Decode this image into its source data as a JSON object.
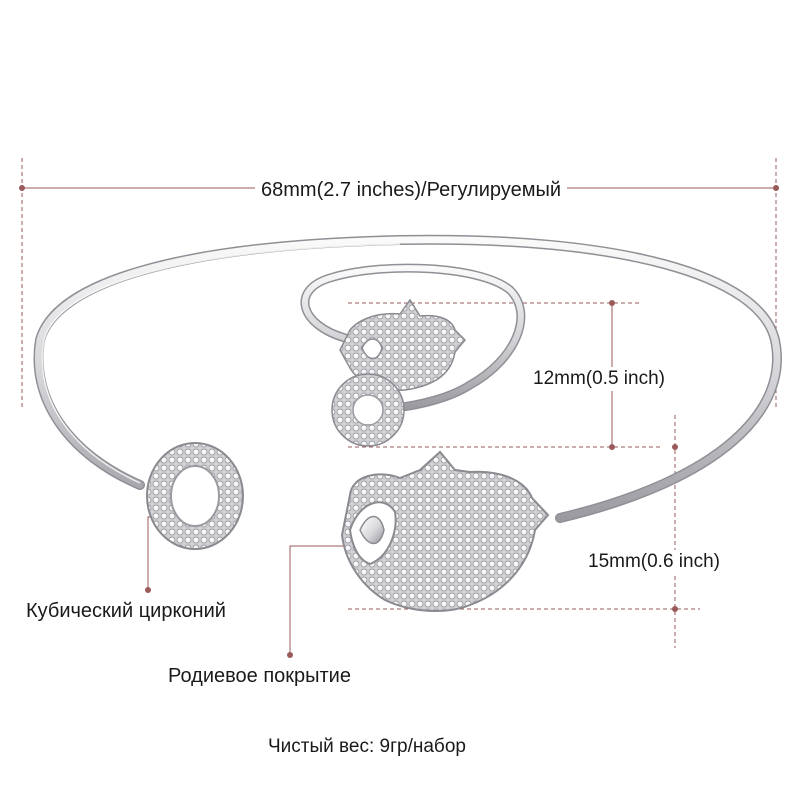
{
  "annotations": {
    "width_dimension": "68mm(2.7 inches)/Регулируемый",
    "ring_dimension": "12mm(0.5 inch)",
    "hamsa_dimension": "15mm(0.6 inch)",
    "material_label": "Кубический цирконий",
    "plating_label": "Родиевое покрытие",
    "weight_label": "Чистый вес: 9гр/набор"
  },
  "colors": {
    "dimension_line": "#9a5a5a",
    "silver_light": "#f2f2f4",
    "silver_dark": "#9a9aa0",
    "text": "#1a1a1a"
  }
}
